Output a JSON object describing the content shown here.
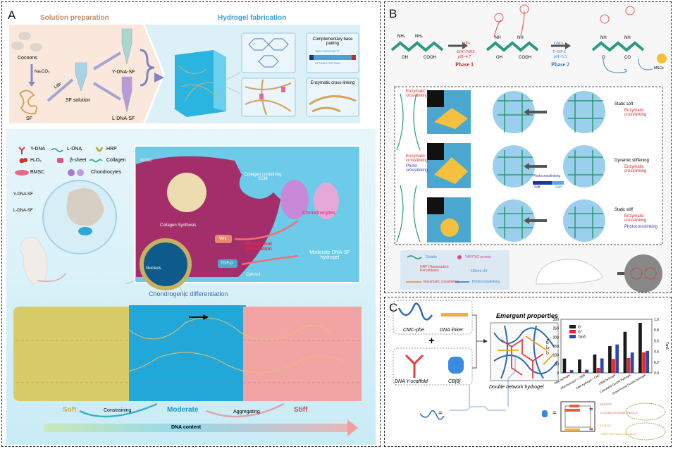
{
  "panel_a": {
    "label": "A",
    "solution_title": "Solution preparation",
    "hydrogel_title": "Hydrogel fabrication",
    "cocoons": "Cocoons",
    "na2co3": "Na₂CO₃",
    "sf": "SF",
    "libr": "LiBr",
    "sf_solution": "SF solution",
    "y_dna_sf": "Y-DNA-SF",
    "l_dna_sf": "L-DNA-SF",
    "complementary": "Complementary base pairing",
    "seq_top": "TAACTGGACACTT",
    "seq_bottom": "ATTGACCTGTGAA",
    "enzymatic": "Enzymatic cross-linking",
    "legend": [
      "Y-DNA",
      "L-DNA",
      "HRP",
      "H₂O₂",
      "β-sheet",
      "Collagen",
      "BMSC",
      "Chondrocytes"
    ],
    "inject_y": "Y-DNA-SF",
    "inject_l": "L-DNA-SF",
    "inset": {
      "bmsc": "BMSC",
      "collagen_ecm": "Collagen containing ECM",
      "collagen_synthesis": "Collagen Synthesis",
      "chondrocytes": "Chondrocytes",
      "wnt": "Wnt",
      "mechanical": "Mechanical stimulation",
      "tgfb": "TGF-β",
      "nucleus": "Nucleus",
      "cytosol": "Cytosol",
      "moderate_hydrogel": "Moderate DNA-SF hydrogel"
    },
    "chondrogenic": "Chondrogenic differentiation",
    "soft": "Soft",
    "constraining": "Constraining",
    "moderate": "Moderate",
    "aggregating": "Aggregating",
    "stiff": "Stiff",
    "dna_content": "DNA content"
  },
  "panel_b": {
    "label": "B",
    "nh2": "NH₂",
    "oh": "OH",
    "cooh": "COOH",
    "nh": "NH",
    "o": "O",
    "co": "CO",
    "hpa": "HPA",
    "edc": "EDC/NHS",
    "ph1": "pH=4.7",
    "phase1": "Phase 1",
    "gma": "GMA",
    "temp": "T=60°C",
    "ph2": "pH=3.5",
    "phase2": "Phase 2",
    "mscs": "MSCs",
    "enzymatic_crosslinking": "Enzymatic crosslinking",
    "photo_crosslinking": "Photo crosslinking",
    "photocrosslinking": "Photocrosslinking",
    "static_soft": "Static soft",
    "dynamic_stiffening": "Dynamic stiffening",
    "static_stiff": "Static stiff",
    "bar_stiff": "Stiff",
    "bar_soft": "Soft",
    "legend": {
      "gelatin": "Gelatin",
      "yap": "YAP/TAZ protein",
      "hrp": "HRP (Horseradish Peroxidase)",
      "uv": "405nm UV",
      "enzymatic": "Enzymatic crosslinking",
      "photo": "Photocrosslinking"
    }
  },
  "panel_c": {
    "label": "C",
    "cmc_phe": "CMC-phe",
    "dna_linker": "DNA linker",
    "plus": "+",
    "dna_y": "DNA Y-scaffold",
    "cb8": "CB[8]",
    "emergent": "Emergent properties",
    "double_network": "Double network hydrogel",
    "equals": "=",
    "seq_red_1": "AGCGTG",
    "seq_red_2": "TCGCACCTCTCAGTTAGC-5'",
    "seq_yel_1": "AATAGA",
    "seq_yel_2": "TTATCTGCTAACTGAGAG-5'"
  },
  "colors": {
    "g_prime": "#1a1a1a",
    "g_double": "#e8262a",
    "tan": "#2e47b0",
    "phase1": "#d42a2a",
    "phase2": "#2d7fc0"
  },
  "chart_data": {
    "type": "bar",
    "categories": [
      "DNA hydrogel",
      "DNA hydrogel + CB[8]",
      "DNA hydrogel + CMC",
      "CB[8] hydrogel",
      "Calculated Double hydrogel",
      "Experimental Double hydrogel"
    ],
    "series": [
      {
        "name": "G'",
        "axis": "left",
        "values": [
          80,
          75,
          103,
          150,
          230,
          280
        ]
      },
      {
        "name": "G''",
        "axis": "left",
        "values": [
          3,
          3,
          28,
          78,
          83,
          115
        ]
      },
      {
        "name": "Tanδ",
        "axis": "right",
        "values": [
          0.05,
          0.06,
          0.27,
          0.53,
          0.38,
          0.41
        ]
      }
    ],
    "ylabel": "G', G'' /Pa",
    "y2label": "Tanδ",
    "ylim": [
      0,
      300
    ],
    "y2lim": [
      0,
      1.0
    ],
    "yticks": [
      "0",
      "50",
      "100",
      "150",
      "200",
      "250",
      "300"
    ],
    "y2ticks": [
      "0.0",
      "0.2",
      "0.4",
      "0.6",
      "0.8",
      "1.0"
    ],
    "legend_position": "top-left"
  }
}
